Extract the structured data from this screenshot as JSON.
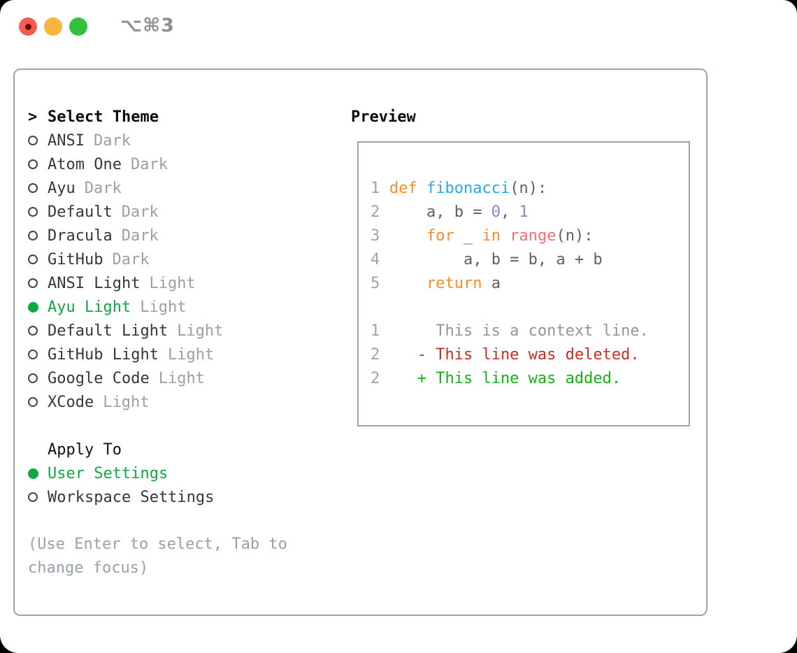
{
  "titlebar": {
    "title": "⌥⌘3"
  },
  "theme_list": {
    "prompt": ">",
    "header": "Select Theme",
    "items": [
      {
        "name": "ANSI",
        "variant": "Dark",
        "selected": false
      },
      {
        "name": "Atom One",
        "variant": "Dark",
        "selected": false
      },
      {
        "name": "Ayu",
        "variant": "Dark",
        "selected": false
      },
      {
        "name": "Default",
        "variant": "Dark",
        "selected": false
      },
      {
        "name": "Dracula",
        "variant": "Dark",
        "selected": false
      },
      {
        "name": "GitHub",
        "variant": "Dark",
        "selected": false
      },
      {
        "name": "ANSI Light",
        "variant": "Light",
        "selected": false
      },
      {
        "name": "Ayu Light",
        "variant": "Light",
        "selected": true
      },
      {
        "name": "Default Light",
        "variant": "Light",
        "selected": false
      },
      {
        "name": "GitHub Light",
        "variant": "Light",
        "selected": false
      },
      {
        "name": "Google Code",
        "variant": "Light",
        "selected": false
      },
      {
        "name": "XCode",
        "variant": "Light",
        "selected": false
      }
    ]
  },
  "apply_to": {
    "header": "Apply To",
    "items": [
      {
        "name": "User Settings",
        "selected": true
      },
      {
        "name": "Workspace Settings",
        "selected": false
      }
    ]
  },
  "hint": {
    "line1": "(Use Enter to select, Tab to",
    "line2": "change focus)"
  },
  "preview": {
    "header": "Preview",
    "code_lines": [
      {
        "num": "1",
        "tokens": [
          {
            "text": "def",
            "type": "keyword"
          },
          {
            "text": " ",
            "type": "plain"
          },
          {
            "text": "fibonacci",
            "type": "function"
          },
          {
            "text": "(n):",
            "type": "plain"
          }
        ]
      },
      {
        "num": "2",
        "tokens": [
          {
            "text": "    a, b = ",
            "type": "plain"
          },
          {
            "text": "0",
            "type": "number"
          },
          {
            "text": ", ",
            "type": "plain"
          },
          {
            "text": "1",
            "type": "number"
          }
        ]
      },
      {
        "num": "3",
        "tokens": [
          {
            "text": "    ",
            "type": "plain"
          },
          {
            "text": "for",
            "type": "keyword"
          },
          {
            "text": " _ ",
            "type": "plain"
          },
          {
            "text": "in",
            "type": "keyword"
          },
          {
            "text": " ",
            "type": "plain"
          },
          {
            "text": "range",
            "type": "builtin"
          },
          {
            "text": "(n):",
            "type": "plain"
          }
        ]
      },
      {
        "num": "4",
        "tokens": [
          {
            "text": "        a, b = b, a + b",
            "type": "plain"
          }
        ]
      },
      {
        "num": "5",
        "tokens": [
          {
            "text": "    ",
            "type": "plain"
          },
          {
            "text": "return",
            "type": "keyword"
          },
          {
            "text": " a",
            "type": "plain"
          }
        ]
      }
    ],
    "diff_lines": [
      {
        "num": "1",
        "type": "context",
        "text": "     This is a context line."
      },
      {
        "num": "2",
        "type": "deleted",
        "text": "   - This line was deleted."
      },
      {
        "num": "2",
        "type": "added",
        "text": "   + This line was added."
      }
    ]
  },
  "colors": {
    "selection_green": "#0fa843",
    "diff_added": "#14b314",
    "diff_deleted": "#c4301f",
    "syntax_keyword": "#f78c2a",
    "syntax_function": "#29a8ea",
    "syntax_builtin": "#f07171",
    "syntax_number": "#a37acc",
    "code_plain": "#5c6166",
    "muted_gray": "#97a1ab",
    "traffic_red": "#f45c50",
    "traffic_yellow": "#f6b53d",
    "traffic_green": "#31c13e"
  }
}
